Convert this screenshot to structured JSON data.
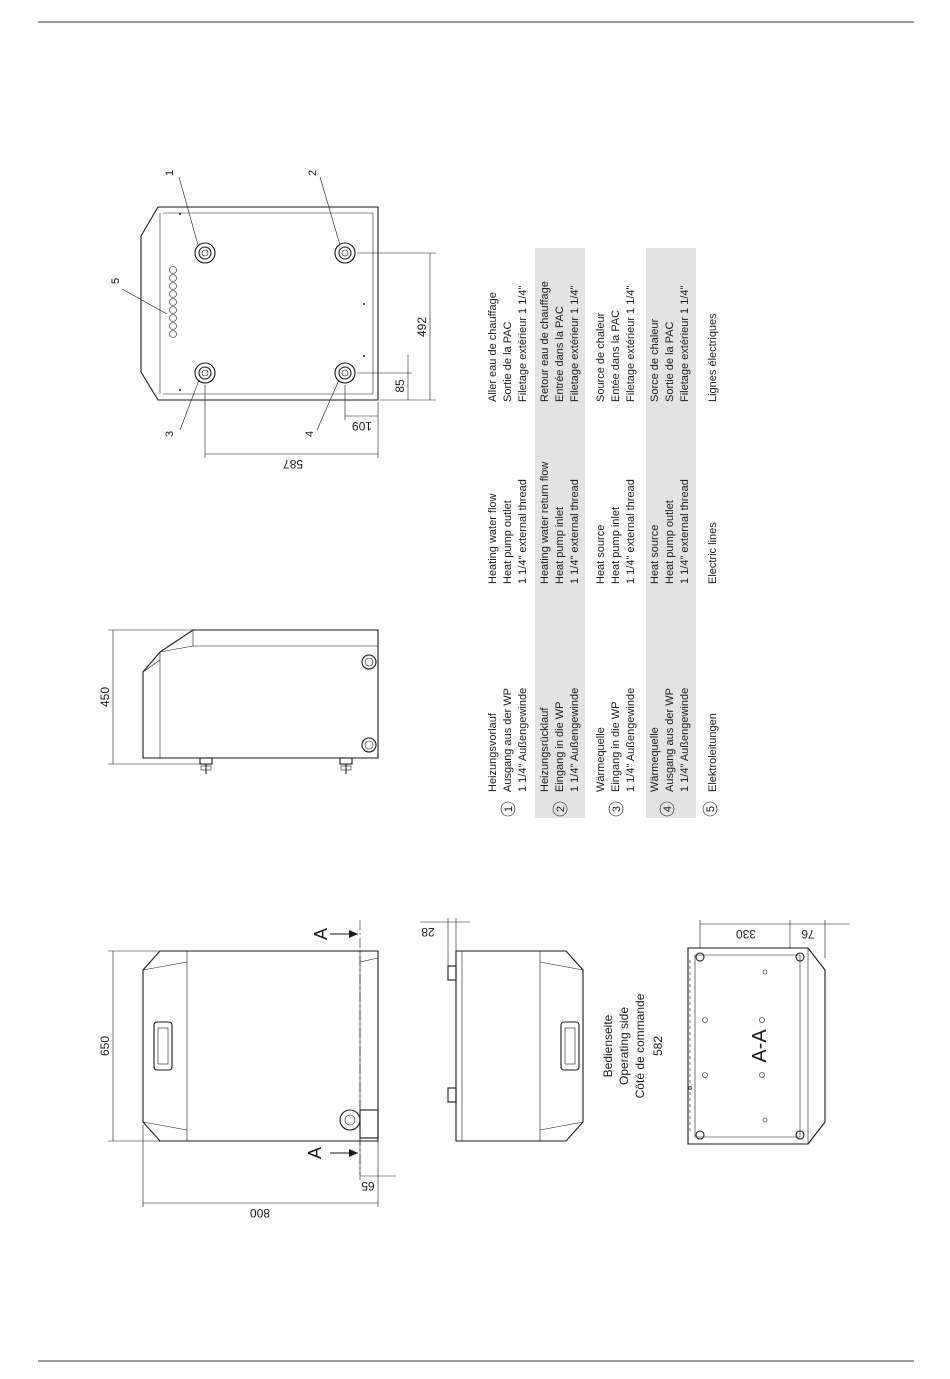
{
  "dimensions": {
    "top_width": "587",
    "top_depth": "492",
    "top_offset_x": "109",
    "top_offset_y": "85",
    "side_height": "450",
    "front_width": "800",
    "front_height": "650",
    "front_offset": "65",
    "mid_offset": "28",
    "section_width": "330",
    "section_offset": "76",
    "section_depth": "582"
  },
  "callouts": [
    "1",
    "2",
    "3",
    "4",
    "5"
  ],
  "section_marker": "A",
  "section_label": "A-A",
  "operating_side": [
    "Bedienseite",
    "Operating side",
    "Côté de commande"
  ],
  "legend": [
    {
      "num": "1",
      "de": [
        "Heizungsvorlauf",
        "Ausgang aus der WP",
        "1 1/4\" Außengewinde"
      ],
      "en": [
        "Heating water flow",
        "Heat pump outlet",
        "1 1/4\" external thread"
      ],
      "fr": [
        "Aller eau de chauffage",
        "Sortie de la PAC",
        "Filetage extérieur 1 1/4\""
      ],
      "shaded": false
    },
    {
      "num": "2",
      "de": [
        "Heizungsrücklauf",
        "Eingang in die WP",
        "1 1/4\" Außengewinde"
      ],
      "en": [
        "Heating water return flow",
        "Heat pump inlet",
        "1 1/4\" external thread"
      ],
      "fr": [
        "Retour eau de chauffage",
        "Entrée dans la PAC",
        "Filetage extérieur 1 1/4\""
      ],
      "shaded": true
    },
    {
      "num": "3",
      "de": [
        "Wärmequelle",
        "Eingang in die WP",
        "1 1/4\" Außengewinde"
      ],
      "en": [
        "Heat source",
        "Heat pump inlet",
        "1 1/4\" external thread"
      ],
      "fr": [
        "Source de chaleur",
        "Entée dans la PAC",
        "Filetage extérieur 1 1/4\""
      ],
      "shaded": false
    },
    {
      "num": "4",
      "de": [
        "Wärmequelle",
        "Ausgang aus der WP",
        "1 1/4\" Außengewinde"
      ],
      "en": [
        "Heat source",
        "Heat pump outlet",
        "1 1/4\" external thread"
      ],
      "fr": [
        "Sorce de chaleur",
        "Sortie de la PAC",
        "Filetage extérieur 1 1/4\""
      ],
      "shaded": true
    },
    {
      "num": "5",
      "de": [
        "Elektroleitungen"
      ],
      "en": [
        "Electric lines"
      ],
      "fr": [
        "Lignes électriques"
      ],
      "shaded": false
    }
  ],
  "colors": {
    "line": "#1a1a1a",
    "rule": "#7a7a7a",
    "shade": "#e3e3e3"
  }
}
